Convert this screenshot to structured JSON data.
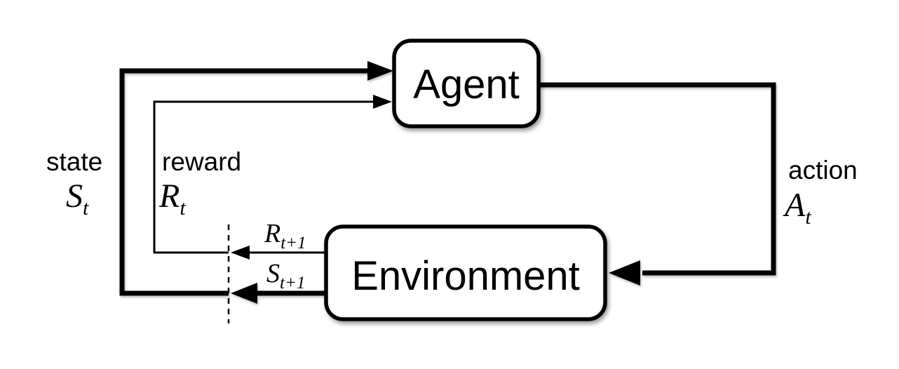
{
  "figure": {
    "colors": {
      "background": "#ffffff",
      "line": "#000000",
      "box_fill": "#ffffff",
      "text": "#000000"
    },
    "boxes": {
      "agent": {
        "label": "Agent"
      },
      "environment": {
        "label": "Environment"
      }
    },
    "edges": {
      "state": {
        "word": "state",
        "symbol": "S",
        "subscript": "t"
      },
      "reward": {
        "word": "reward",
        "symbol": "R",
        "subscript": "t"
      },
      "action": {
        "word": "action",
        "symbol": "A",
        "subscript": "t"
      },
      "next_reward": {
        "symbol": "R",
        "subscript": "t+1"
      },
      "next_state": {
        "symbol": "S",
        "subscript": "t+1"
      }
    }
  }
}
